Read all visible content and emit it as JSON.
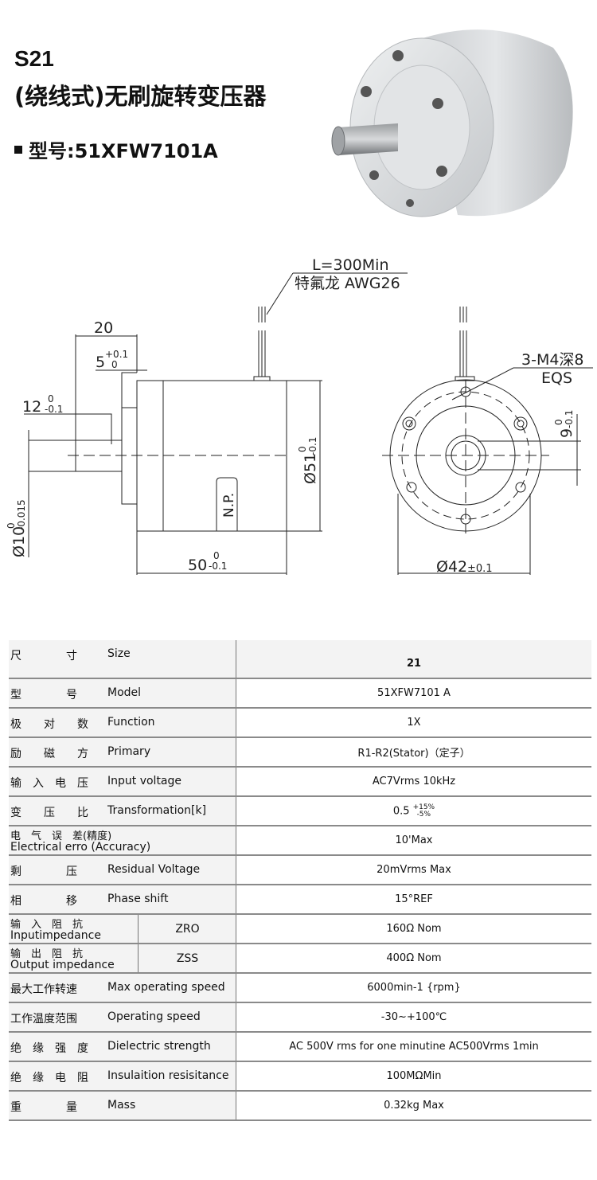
{
  "header": {
    "series": "S21",
    "title": "(绕线式)无刷旋转变压器",
    "model_label": "型号:51XFW7101A"
  },
  "drawing": {
    "lead_length": "L=300Min",
    "lead_wire": "特氟龙 AWG26",
    "dim_20": "20",
    "dim_5": "5",
    "dim_5_upper": "+0.1",
    "dim_5_lower": "0",
    "dim_12": "12",
    "dim_12_upper": "0",
    "dim_12_lower": "-0.1",
    "dim_10": "Ø10",
    "dim_10_upper": "0",
    "dim_10_lower": "-0.015",
    "dim_50": "50",
    "dim_50_upper": "0",
    "dim_50_lower": "-0.1",
    "dim_51": "Ø51",
    "dim_51_upper": "0",
    "dim_51_lower": "-0.1",
    "np_label": "N.P.",
    "holes": "3-M4深8",
    "eqs": "EQS",
    "dim_9": "9",
    "dim_9_upper": "0",
    "dim_9_lower": "-0.1",
    "dim_42": "Ø42",
    "dim_42_tol": "±0.1"
  },
  "spec": {
    "rows": [
      {
        "cn": "尺　　　　寸",
        "en": "Size",
        "value": "21"
      },
      {
        "cn": "型　　　　号",
        "en": "Model",
        "value": "51XFW7101 A"
      },
      {
        "cn": "极　　对　　数",
        "en": "Function",
        "value": "1X"
      },
      {
        "cn": "励　　磁　　方",
        "en": "Primary",
        "value": "R1-R2(Stator)（定子）"
      },
      {
        "cn": "输　入　电　压",
        "en": "Input voltage",
        "value": "AC7Vrms 10kHz"
      },
      {
        "cn": "变　　压　　比",
        "en": "Transformation[k]",
        "value": "0.5",
        "tol_upper": "+15%",
        "tol_lower": "-5%"
      },
      {
        "cn": "电　气　误　差(精度)",
        "en": "Electrical erro (Accuracy)",
        "value": "10'Max",
        "two_line": true
      },
      {
        "cn": "剩　　　　压",
        "en": "Residual Voltage",
        "value": "20mVrms Max"
      },
      {
        "cn": "相　　　　移",
        "en": "Phase shift",
        "value": "15°REF"
      },
      {
        "cn": "输　入　阻　抗",
        "en": "Inputimpedance",
        "sub": "ZRO",
        "value": "160Ω Nom",
        "two_line": true
      },
      {
        "cn": "输　出　阻　抗",
        "en": "Output impedance",
        "sub": "ZSS",
        "value": "400Ω Nom",
        "two_line": true
      },
      {
        "cn": "最大工作转速",
        "en": "Max operating speed",
        "value": "6000min-1 {rpm}"
      },
      {
        "cn": "工作温度范围",
        "en": "Operating speed",
        "value": "-30~+100℃"
      },
      {
        "cn": "绝　缘　强　度",
        "en": "Dielectric strength",
        "value": "AC 500V rms for one minutine AC500Vrms 1min"
      },
      {
        "cn": "绝　缘　电　阻",
        "en": "Insulaition resisitance",
        "value": "100MΩMin"
      },
      {
        "cn": "重　　　　量",
        "en": "Mass",
        "value": "0.32kg Max"
      }
    ]
  }
}
